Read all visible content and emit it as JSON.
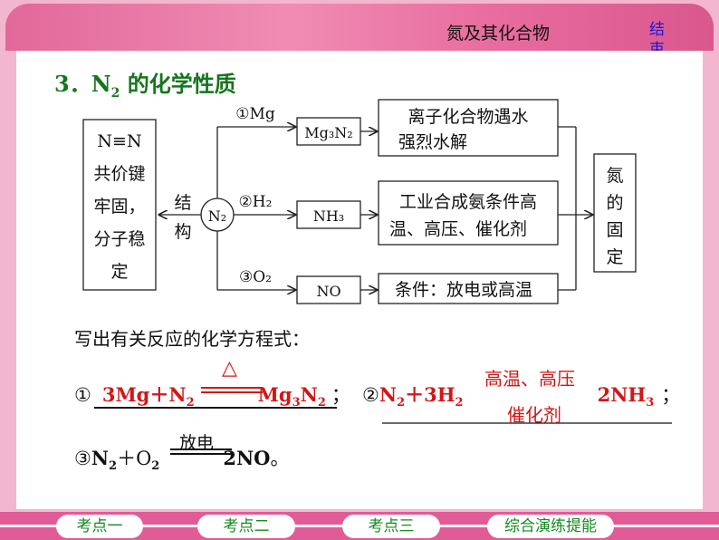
{
  "header": {
    "title": "氮及其化合物",
    "end_button": "结束"
  },
  "section": {
    "number": "3．",
    "title_pre": "N",
    "title_sub": "2",
    "title_post": " 的化学性质"
  },
  "diagram": {
    "left_box": [
      "N≡N",
      "共价键",
      "牢固，",
      "分子稳",
      "定"
    ],
    "structure_label": [
      "结",
      "构"
    ],
    "center": "N₂",
    "branches": [
      {
        "label": "①Mg",
        "product": "Mg₃N₂",
        "note": [
          "离子化合物遇水",
          "强烈水解"
        ]
      },
      {
        "label": "②H₂",
        "product": "NH₃",
        "note": [
          "工业合成氨条件高",
          "温、高压、催化剂"
        ]
      },
      {
        "label": "③O₂",
        "product": "NO",
        "note": [
          "条件：放电或高温"
        ]
      }
    ],
    "right_box": [
      "氮",
      "的",
      "固",
      "定"
    ]
  },
  "prompt": "写出有关反应的化学方程式：",
  "equations": {
    "eq1_num": "①",
    "eq1_left": "3Mg＋N",
    "eq1_cond": "△",
    "eq1_right": "Mg",
    "eq1_sep": "；",
    "eq2_num": "②",
    "eq2_left": "N",
    "eq2_mid": "＋3H",
    "eq2_cond_top": "高温、高压",
    "eq2_cond_bottom": "催化剂",
    "eq2_right": "2NH",
    "eq2_sep": "；",
    "eq3_num": "③",
    "eq3_left": "N",
    "eq3_mid": "＋O",
    "eq3_cond": "放电",
    "eq3_right": "2NO",
    "eq3_end": "。"
  },
  "nav": [
    "考点一",
    "考点二",
    "考点三",
    "综合演练提能"
  ]
}
